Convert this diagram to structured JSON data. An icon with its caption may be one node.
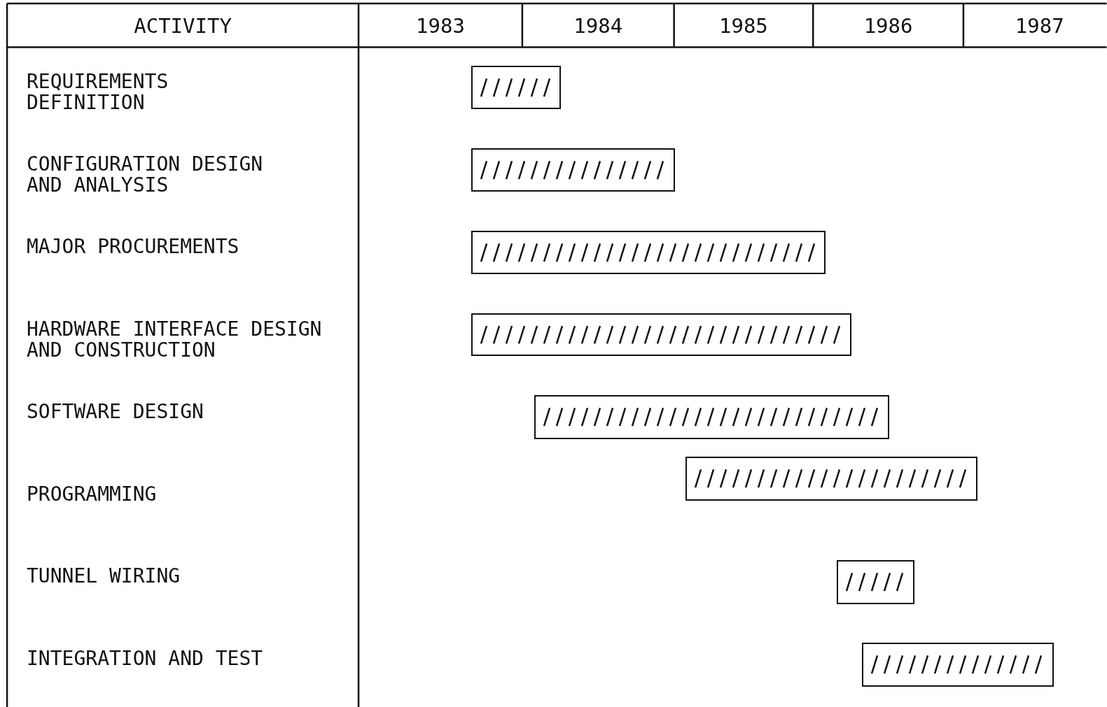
{
  "diagram": {
    "nodes": [
      {
        "text": [],
        "shape": "bar"
      },
      {
        "text": [],
        "shape": "bar"
      },
      {
        "text": [],
        "shape": "bar"
      },
      {
        "text": [],
        "shape": "bar"
      },
      {
        "text": [],
        "shape": "bar"
      },
      {
        "text": [],
        "shape": "bar"
      },
      {
        "text": [],
        "shape": "bar"
      },
      {
        "text": [],
        "shape": "bar"
      }
    ],
    "labels": [
      "ACTIVITY",
      "1983",
      "1984",
      "1985",
      "1986",
      "1987",
      "REQUIREMENTS DEFINITION",
      "CONFIGURATION DESIGN AND ANALYSIS",
      "MAJOR PROCUREMENTS",
      "HARDWARE INTERFACE DESIGN AND CONSTRUCTION",
      "SOFTWARE DESIGN",
      "PROGRAMMING",
      "TUNNEL WIRING",
      "INTEGRATION AND TEST"
    ]
  }
}
